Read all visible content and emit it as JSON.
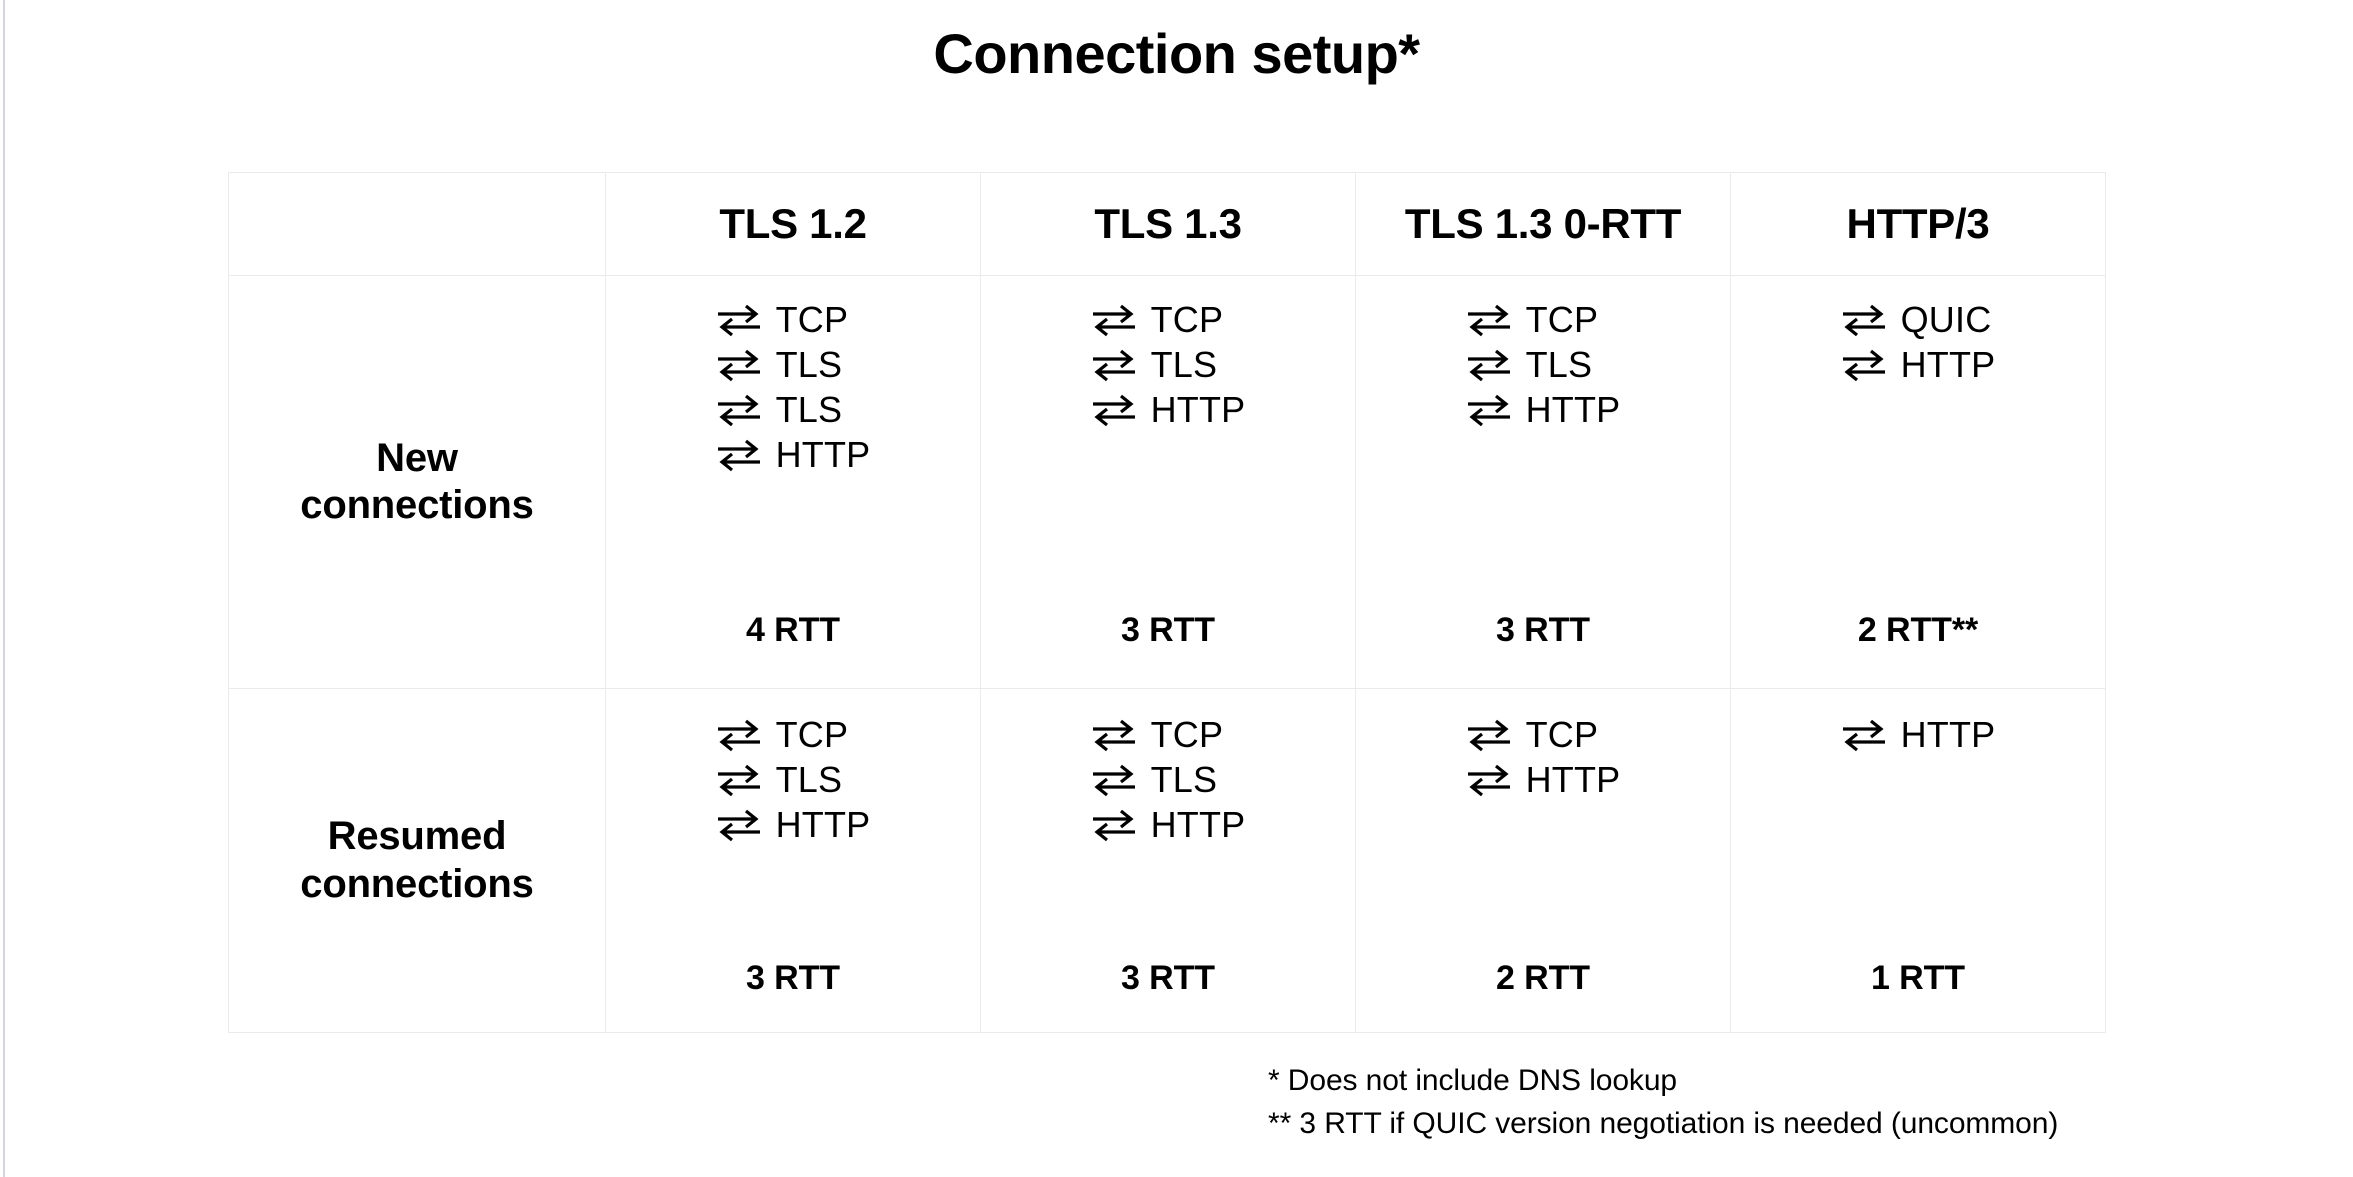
{
  "title": "Connection setup*",
  "icons": {
    "exchange": "bidirectional-arrows-icon"
  },
  "colors": {
    "text": "#000000",
    "background": "#ffffff",
    "table_border": "#ebebeb",
    "slide_edge": "#d3d5d8"
  },
  "table": {
    "column_headers": [
      "",
      "TLS 1.2",
      "TLS 1.3",
      "TLS 1.3 0-RTT",
      "HTTP/3"
    ],
    "rows": [
      {
        "label": "New\nconnections",
        "label_line1": "New",
        "label_line2": "connections",
        "cells": [
          {
            "steps": [
              "TCP",
              "TLS",
              "TLS",
              "HTTP"
            ],
            "rtt": "4 RTT"
          },
          {
            "steps": [
              "TCP",
              "TLS",
              "HTTP"
            ],
            "rtt": "3 RTT"
          },
          {
            "steps": [
              "TCP",
              "TLS",
              "HTTP"
            ],
            "rtt": "3 RTT"
          },
          {
            "steps": [
              "QUIC",
              "HTTP"
            ],
            "rtt": "2 RTT**"
          }
        ]
      },
      {
        "label": "Resumed\nconnections",
        "label_line1": "Resumed",
        "label_line2": "connections",
        "cells": [
          {
            "steps": [
              "TCP",
              "TLS",
              "HTTP"
            ],
            "rtt": "3 RTT"
          },
          {
            "steps": [
              "TCP",
              "TLS",
              "HTTP"
            ],
            "rtt": "3 RTT"
          },
          {
            "steps": [
              "TCP",
              "HTTP"
            ],
            "rtt": "2 RTT"
          },
          {
            "steps": [
              "HTTP"
            ],
            "rtt": "1 RTT"
          }
        ]
      }
    ]
  },
  "footnotes": [
    "* Does not include DNS lookup",
    "** 3 RTT if QUIC version negotiation is needed (uncommon)"
  ]
}
